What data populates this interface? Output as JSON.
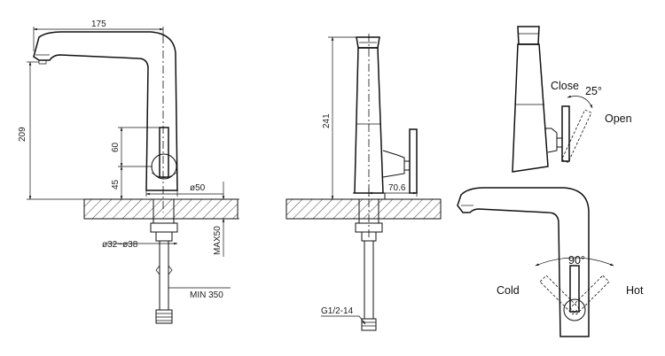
{
  "dimensions": {
    "spout_reach": "175",
    "total_height": "209",
    "handle_height": "60",
    "base_height": "45",
    "base_diameter": "ø50",
    "hole_diameter": "ø32~ø38",
    "max_deck": "MAX50",
    "hose_length": "MIN 350",
    "side_height": "241",
    "side_depth": "70.6",
    "thread": "G1/2-14"
  },
  "labels": {
    "close": "Close",
    "open": "Open",
    "tilt_angle": "25°",
    "rotate_angle": "90°",
    "cold": "Cold",
    "hot": "Hot"
  }
}
